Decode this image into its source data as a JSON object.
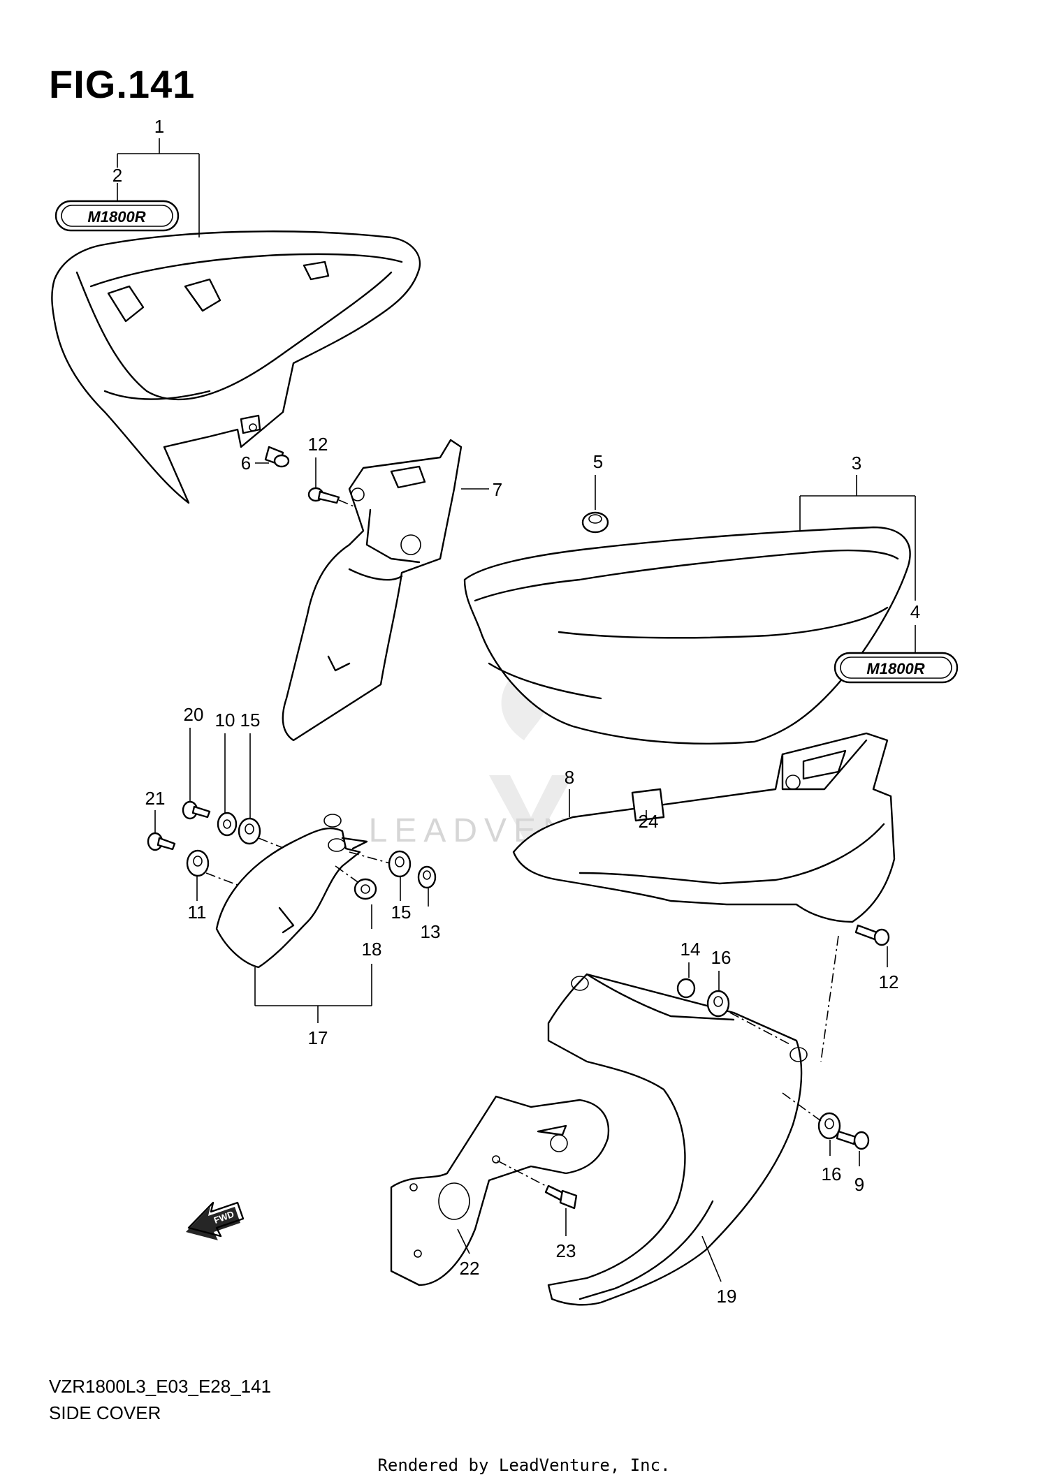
{
  "figure": {
    "title": "FIG.141",
    "code": "VZR1800L3_E03_E28_141",
    "name": "SIDE COVER"
  },
  "emblem_text": "M1800R",
  "fwd_label": "FWD",
  "watermark": "LEADVENTURE",
  "rendered_by": "Rendered by LeadVenture, Inc.",
  "callouts": {
    "c1": "1",
    "c2": "2",
    "c3": "3",
    "c4": "4",
    "c5": "5",
    "c6": "6",
    "c7": "7",
    "c8": "8",
    "c9": "9",
    "c10": "10",
    "c11": "11",
    "c12a": "12",
    "c12b": "12",
    "c13": "13",
    "c14": "14",
    "c15a": "15",
    "c15b": "15",
    "c16a": "16",
    "c16b": "16",
    "c17": "17",
    "c18": "18",
    "c19": "19",
    "c20": "20",
    "c21": "21",
    "c22": "22",
    "c23": "23",
    "c24": "24"
  }
}
